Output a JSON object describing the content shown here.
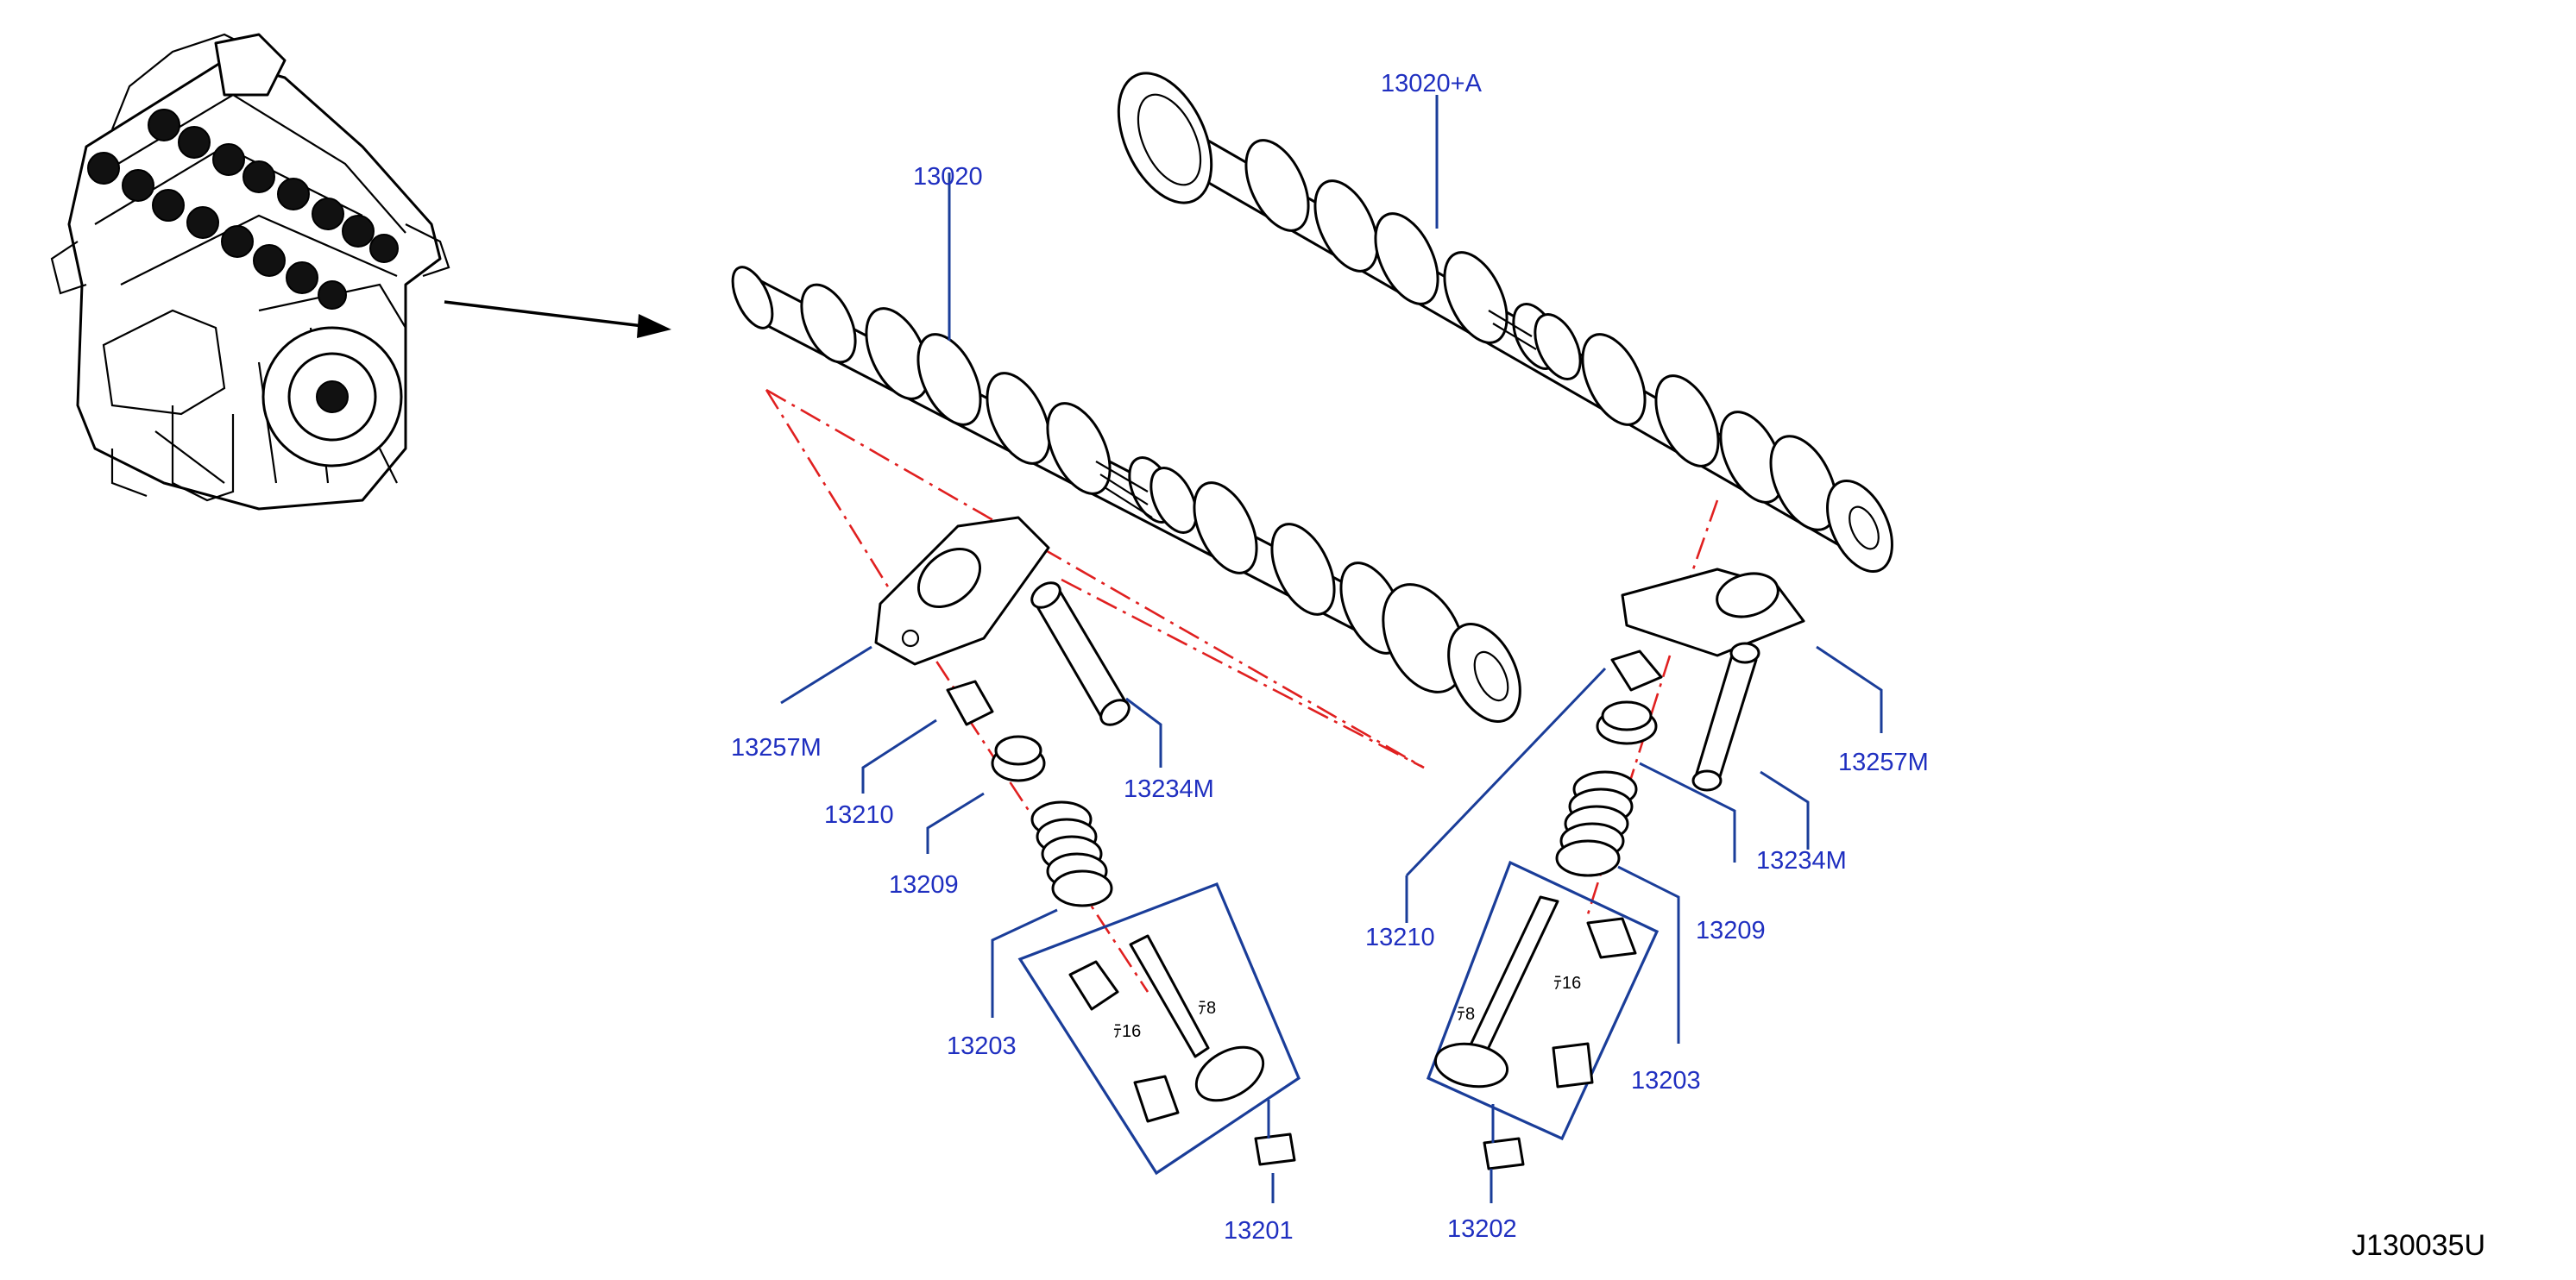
{
  "diagram": {
    "drawing_code": "J130035U",
    "callouts": {
      "camshaft_exhaust": "13020",
      "camshaft_intake": "13020+A",
      "rocker_left": "13257M",
      "rocker_right": "13257M",
      "retainer_left": "13210",
      "retainer_right": "13210",
      "lash_adjuster_left": "13234M",
      "lash_adjuster_right": "13234M",
      "spring_left": "13209",
      "spring_right": "13209",
      "valve_kit_left": "13203",
      "valve_kit_right": "13203",
      "exhaust_valve": "13201",
      "intake_valve": "13202"
    },
    "notes": {
      "left_stem": "ﾃ8",
      "left_seat": "ﾃ16",
      "right_stem": "ﾃ8",
      "right_seat": "ﾃ16"
    }
  }
}
